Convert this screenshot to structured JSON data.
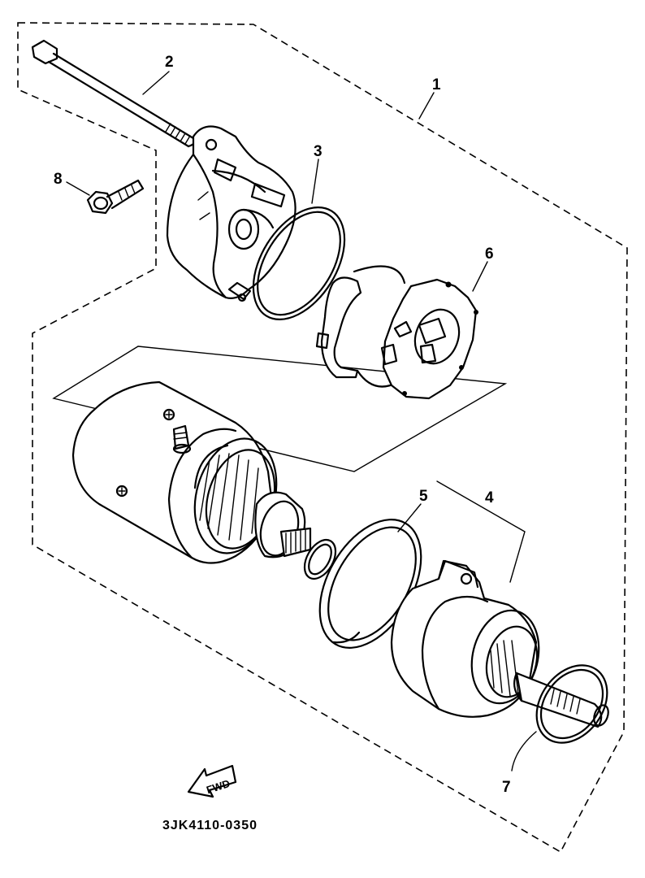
{
  "callouts": {
    "c1": "1",
    "c2": "2",
    "c3": "3",
    "c4": "4",
    "c5": "5",
    "c6": "6",
    "c7": "7",
    "c8": "8"
  },
  "fwd_label": "FWD",
  "drawing_code": "3JK4110-0350",
  "icons": {
    "direction": "fwd-arrow-icon"
  }
}
